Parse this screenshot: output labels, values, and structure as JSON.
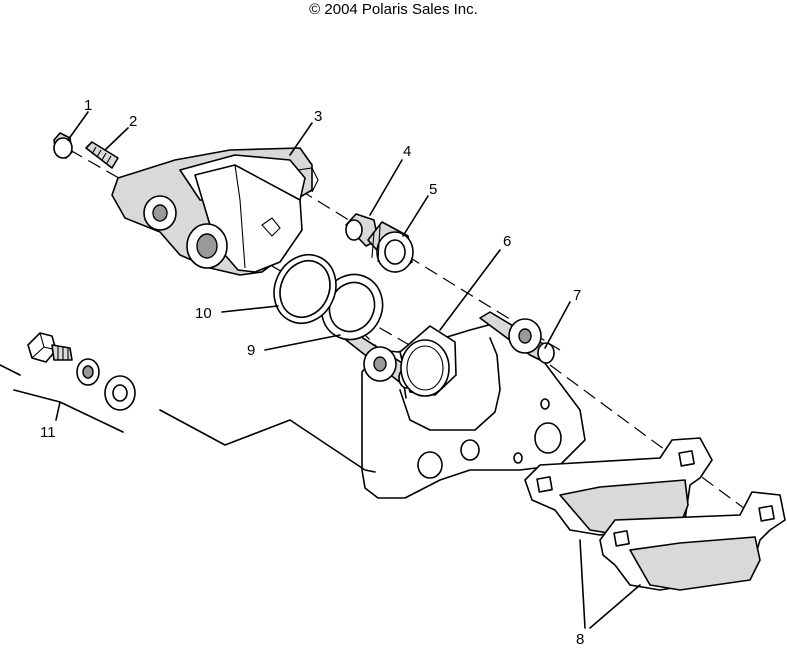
{
  "copyright": "© 2004 Polaris Sales Inc.",
  "callouts": [
    {
      "label": "1"
    },
    {
      "label": "2"
    },
    {
      "label": "3"
    },
    {
      "label": "4"
    },
    {
      "label": "5"
    },
    {
      "label": "6"
    },
    {
      "label": "7"
    },
    {
      "label": "8"
    },
    {
      "label": "9"
    },
    {
      "label": "10"
    },
    {
      "label": "11"
    }
  ]
}
